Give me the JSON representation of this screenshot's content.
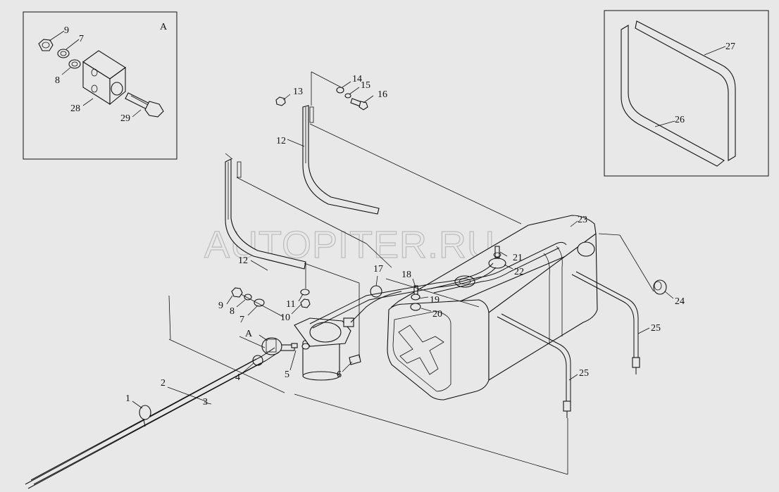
{
  "watermark": "AUTOPITER.RU",
  "inset_a": {
    "title": "A"
  },
  "view_marker": "A",
  "labels": {
    "p1": "1",
    "p2": "2",
    "p3": "3",
    "p4": "4",
    "p5": "5",
    "p6": "6",
    "p7": "7",
    "p7i": "7",
    "p8": "8",
    "p8i": "8",
    "p9": "9",
    "p9i": "9",
    "p10": "10",
    "p11": "11",
    "p12a": "12",
    "p12b": "12",
    "p13": "13",
    "p14": "14",
    "p15": "15",
    "p16": "16",
    "p17": "17",
    "p18": "18",
    "p19": "19",
    "p20": "20",
    "p21": "21",
    "p22": "22",
    "p23": "23",
    "p24": "24",
    "p25a": "25",
    "p25b": "25",
    "p26": "26",
    "p27": "27",
    "p28": "28",
    "p29": "29"
  }
}
